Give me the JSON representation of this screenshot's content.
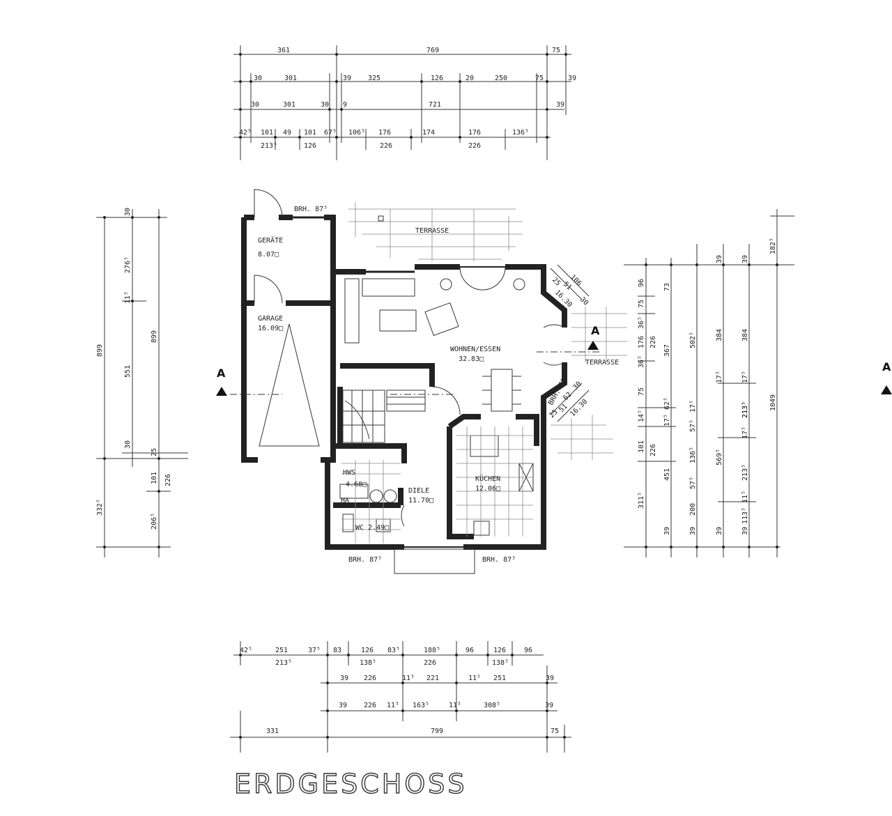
{
  "title": "ERDGESCHOSS",
  "section_marker": "A",
  "rooms": {
    "geraete": {
      "name": "GERÄTE",
      "area": "8.07□"
    },
    "garage": {
      "name": "GARAGE",
      "area": "16.09□"
    },
    "wohnen": {
      "name": "WOHNEN/ESSEN",
      "area": "32.83□"
    },
    "diele": {
      "name": "DIELE",
      "area": "11.70□"
    },
    "kueche": {
      "name": "KÜCHEN",
      "area": "12.06□"
    },
    "hws": {
      "name": "HWS",
      "area": "4.68□"
    },
    "wc": {
      "name": "WC 2.49□"
    },
    "ha": {
      "name": "HA"
    }
  },
  "labels": {
    "terrasse_top": "TERRASSE",
    "terrasse_right": "TERRASSE",
    "brh_top": "BRH. 87⁵",
    "brh_bottom_left": "BRH. 87⁵",
    "brh_bottom_right": "BRH. 87⁵",
    "brh_bay": "BRH. 62"
  },
  "top_dims": {
    "row1": [
      "361",
      "769",
      "75"
    ],
    "row2": [
      "30",
      "301",
      "39",
      "325",
      "126",
      "20",
      "250",
      "75",
      "39"
    ],
    "row3": [
      "30",
      "301",
      "30",
      "9",
      "721",
      "39"
    ],
    "row4": [
      "42⁵",
      "101",
      "49",
      "101",
      "67⁵",
      "106⁵",
      "176",
      "174",
      "176",
      "136⁵"
    ],
    "row5": [
      "213⁵",
      "126",
      "226",
      "226"
    ]
  },
  "bottom_dims": {
    "row1": [
      "42⁵",
      "251",
      "37⁵",
      "83",
      "126",
      "83⁵",
      "188⁵",
      "96",
      "126",
      "96"
    ],
    "row2": [
      "213⁵",
      "138⁵",
      "226",
      "138⁵"
    ],
    "row3": [
      "39",
      "226",
      "11⁵",
      "221",
      "11⁵",
      "251",
      "39"
    ],
    "row4": [
      "39",
      "226",
      "11⁵",
      "163⁵",
      "11⁵",
      "308⁵",
      "39"
    ],
    "row5": [
      "331",
      "799",
      "75"
    ]
  },
  "left_dims": {
    "outer": [
      "899",
      "332⁵"
    ],
    "inner": [
      "30",
      "276⁵",
      "11⁵",
      "551",
      "30",
      "25"
    ],
    "third": [
      "899",
      "101",
      "226",
      "206⁵"
    ]
  },
  "right_dims": {
    "col1": [
      "96",
      "75",
      "36⁵",
      "176",
      "36⁵",
      "75",
      "14⁵",
      "101",
      "311⁵",
      "39"
    ],
    "col2": [
      "73",
      "226",
      "367",
      "62⁵",
      "17⁵",
      "226",
      "451",
      "39"
    ],
    "col3": [
      "502⁵",
      "17⁵",
      "57⁵",
      "136⁵",
      "57⁵",
      "200",
      "39"
    ],
    "col4": [
      "39",
      "384",
      "17⁵",
      "213⁵",
      "17⁵",
      "569⁵",
      "11⁵",
      "213⁵",
      "113⁵",
      "39"
    ],
    "col5": [
      "39",
      "384",
      "17⁵",
      "213⁵",
      "1049",
      "182⁵"
    ]
  },
  "bay_dims": [
    "106",
    "51",
    "25",
    "16.30",
    "30",
    "62",
    "51",
    "25",
    "16.30",
    "30"
  ]
}
